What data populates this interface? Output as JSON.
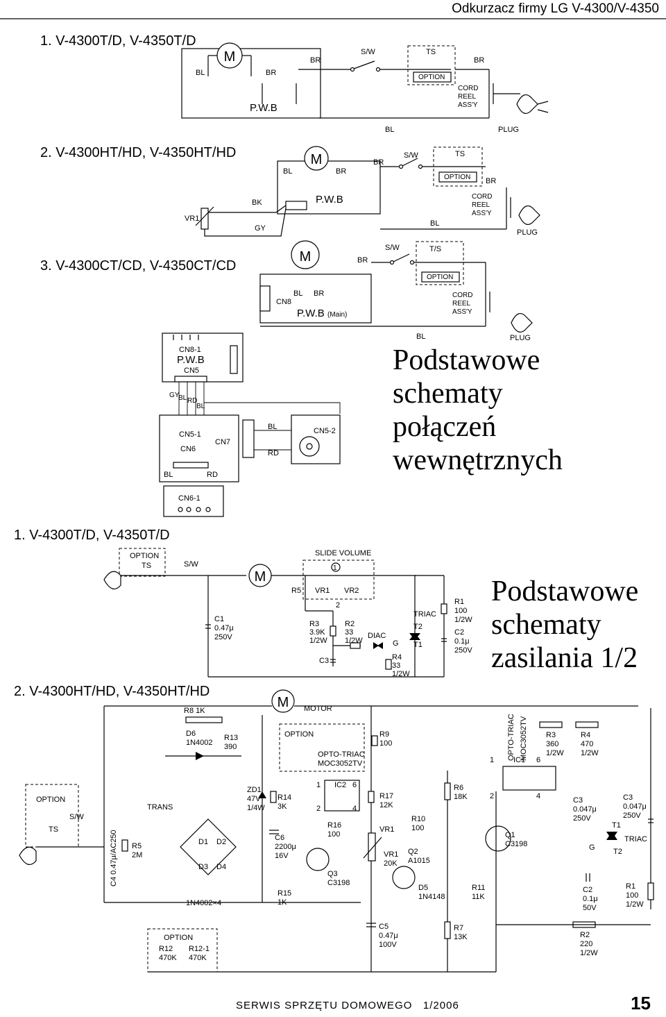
{
  "header": {
    "title": "Odkurzacz firmy LG  V-4300/V-4350"
  },
  "wiring": {
    "title": "Podstawowe schematy połączeń wewnętrznych",
    "title_lines": [
      "Podstawowe",
      "schematy",
      "połączeń",
      "wewnętrznych"
    ],
    "sections": [
      {
        "title": "1. V-4300T/D, V-4350T/D"
      },
      {
        "title": "2. V-4300HT/HD, V-4350HT/HD"
      },
      {
        "title": "3. V-4300CT/CD, V-4350CT/CD"
      }
    ],
    "labels": {
      "bl": "BL",
      "br": "BR",
      "bk": "BK",
      "gy": "GY",
      "rd": "RD",
      "motor": "M",
      "pwb": "P.W.B",
      "main": "(Main)",
      "sw": "S/W",
      "ts": "TS",
      "ts_alt": "T/S",
      "option": "OPTION",
      "cord_reel": [
        "CORD",
        "REEL",
        "ASS'Y"
      ],
      "plug": "PLUG",
      "vr1": "VR1",
      "cn8": "CN8",
      "cn8_1": "CN8-1",
      "cn5": "CN5",
      "cn5_1": "CN5-1",
      "cn5_2": "CN5-2",
      "cn6": "CN6",
      "cn6_1": "CN6-1",
      "cn7": "CN7"
    }
  },
  "power": {
    "title": "Podstawowe schematy zasilania 1/2",
    "title_lines": [
      "Podstawowe",
      "schematy",
      "zasilania 1/2"
    ],
    "section1": {
      "title": "1. V-4300T/D, V-4350T/D",
      "labels": {
        "option": "OPTION",
        "ts": "TS",
        "sw": "S/W",
        "motor": "M",
        "slide_volume": "SLIDE VOLUME",
        "slide_num": "1",
        "r5": "R5",
        "vr1": "VR1",
        "vr2": "VR2",
        "node2": "2",
        "c1": [
          "C1",
          "0.47μ",
          "250V"
        ],
        "r3": [
          "R3",
          "3.9K",
          "1/2W"
        ],
        "r2": [
          "R2",
          "33",
          "1/2W"
        ],
        "c3": "C3",
        "diac": "DIAC",
        "g": "G",
        "r4": [
          "R4",
          "33",
          "1/2W"
        ],
        "triac": "TRIAC",
        "t2": "T2",
        "t1": "T1",
        "r1": [
          "R1",
          "100",
          "1/2W"
        ],
        "c2": [
          "C2",
          "0.1μ",
          "250V"
        ]
      }
    },
    "section2": {
      "title": "2. V-4300HT/HD, V-4350HT/HD",
      "labels": {
        "motor": "M",
        "motor_text": "MOTOR",
        "option": "OPTION",
        "ts": "TS",
        "sw": "S/W",
        "trans": "TRANS",
        "r8": "R8 1K",
        "d6": [
          "D6",
          "1N4002"
        ],
        "r13": [
          "R13",
          "390"
        ],
        "zd1": [
          "ZD1",
          "47V",
          "1/4W"
        ],
        "d1": "D1",
        "d2": "D2",
        "d3": "D3",
        "d4": "D4",
        "bridge": "1N4002×4",
        "c4": "C4  0.47μ/AC250",
        "r5": [
          "R5",
          "2M"
        ],
        "r14": [
          "R14",
          "3K"
        ],
        "c6": [
          "C6",
          "2200μ",
          "16V"
        ],
        "r15": [
          "R15",
          "1K"
        ],
        "opto2": [
          "OPTO-TRIAC",
          "MOC3052TV"
        ],
        "ic2": "IC2",
        "p1": "1",
        "p2": "2",
        "p4": "4",
        "p6": "6",
        "r16": [
          "R16",
          "100"
        ],
        "q3": [
          "Q3",
          "C3198"
        ],
        "r9": [
          "R9",
          "100"
        ],
        "r17": [
          "R17",
          "12K"
        ],
        "vr1": "VR1",
        "vr1b": [
          "VR1",
          "20K"
        ],
        "r10": [
          "R10",
          "100"
        ],
        "q2": [
          "Q2",
          "A1015"
        ],
        "d5": [
          "D5",
          "1N4148"
        ],
        "r6": [
          "R6",
          "18K"
        ],
        "r11": [
          "R11",
          "11K"
        ],
        "c5": [
          "C5",
          "0.47μ",
          "100V"
        ],
        "r7": [
          "R7",
          "13K"
        ],
        "option_r12": "OPTION",
        "r12": [
          "R12",
          "470K"
        ],
        "r12_1": [
          "R12-1",
          "470K"
        ],
        "opto1": [
          "OPTO-TRIAC",
          "MOC3052TV"
        ],
        "ic1": "IC1",
        "q1": [
          "Q1",
          "C3198"
        ],
        "r3": [
          "R3",
          "360",
          "1/2W"
        ],
        "r4": [
          "R4",
          "470",
          "1/2W"
        ],
        "c3a": [
          "C3",
          "0.047μ",
          "250V"
        ],
        "c3b": [
          "C3",
          "0.047μ",
          "250V"
        ],
        "g": "G",
        "t1": "T1",
        "t2": "T2",
        "triac": "TRIAC",
        "c2": [
          "C2",
          "0.1μ",
          "50V"
        ],
        "r1": [
          "R1",
          "100",
          "1/2W"
        ],
        "r2": [
          "R2",
          "220",
          "1/2W"
        ]
      }
    }
  },
  "footer": {
    "magazine": "SERWIS SPRZĘTU DOMOWEGO",
    "issue": "1/2006",
    "page": "15"
  }
}
